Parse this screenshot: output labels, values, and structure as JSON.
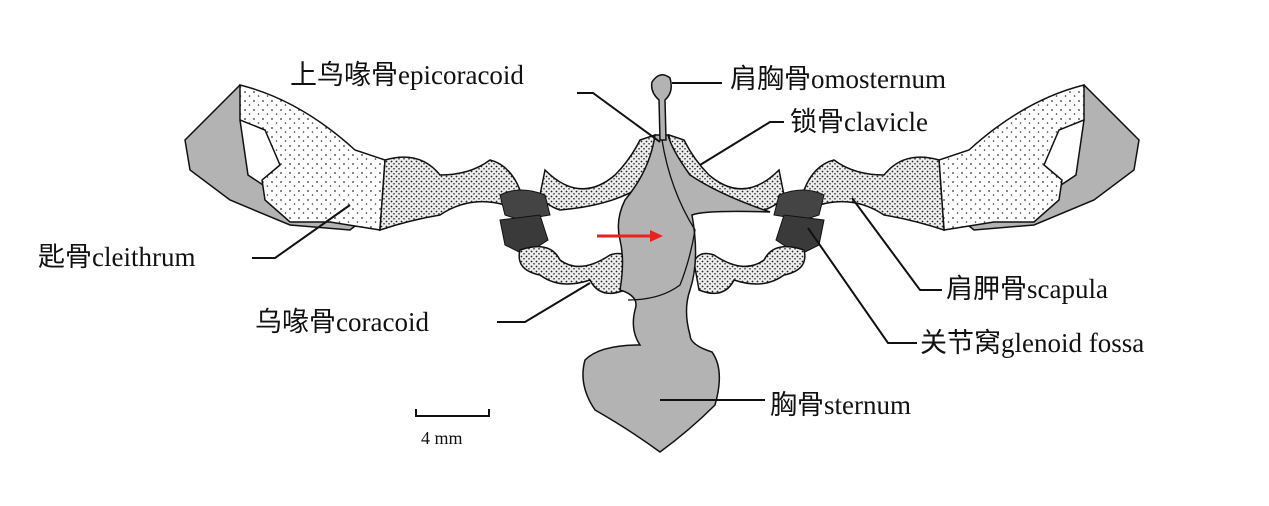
{
  "labels": {
    "epicoracoid": "上鸟喙骨epicoracoid",
    "omosternum": "肩胸骨omosternum",
    "clavicle": "锁骨clavicle",
    "cleithrum": "匙骨cleithrum",
    "coracoid": "乌喙骨coracoid",
    "scapula": "肩胛骨scapula",
    "glenoid_fossa": "关节窝glenoid fossa",
    "sternum": "胸骨sternum"
  },
  "scale_bar": {
    "label": "4 mm"
  },
  "colors": {
    "bone_gray": "#b3b3b3",
    "arrow": "#e8231f",
    "outline": "#111111"
  }
}
